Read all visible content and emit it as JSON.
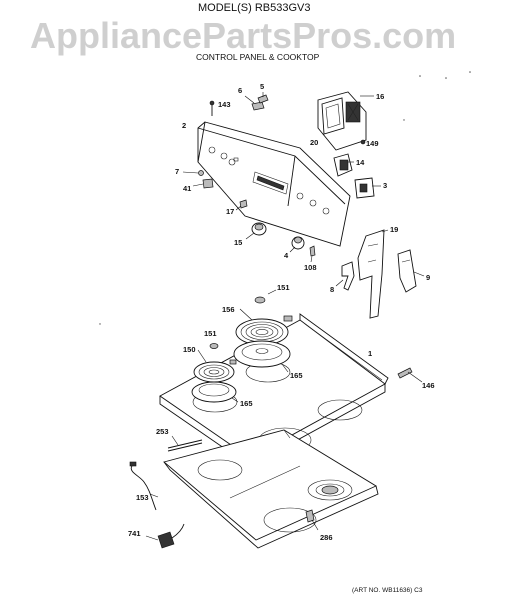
{
  "header": {
    "model_title": "MODEL(S) RB533GV3",
    "section_title": "CONTROL PANEL & COOKTOP",
    "watermark": "AppliancePartsPros.com"
  },
  "callouts": [
    "143",
    "6",
    "5",
    "16",
    "2",
    "20",
    "149",
    "14",
    "7",
    "41",
    "3",
    "17",
    "15",
    "4",
    "19",
    "108",
    "9",
    "8",
    "151",
    "156",
    "1",
    "151",
    "150",
    "165",
    "165",
    "146",
    "253",
    "153",
    "741",
    "286"
  ],
  "footer": {
    "art_number": "(ART NO. WB11636) C3"
  }
}
